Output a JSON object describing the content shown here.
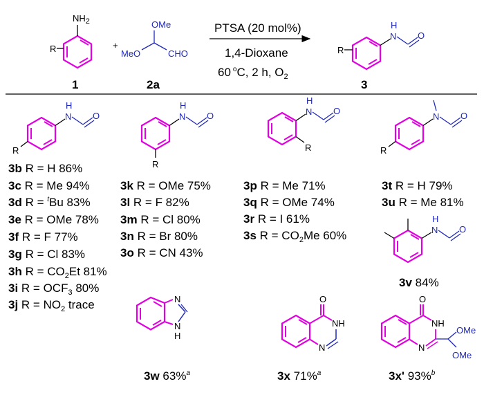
{
  "colors": {
    "ring": "#e000e0",
    "blue": "#1f28b8",
    "text": "#000000"
  },
  "scheme": {
    "reactant1": {
      "label": "1",
      "nh2": "NH",
      "nh2_sub": "2",
      "r": "R"
    },
    "plus": "+",
    "reactant2": {
      "label": "2a",
      "ome_top": "OMe",
      "meo": "MeO",
      "cho": "CHO"
    },
    "conditions": {
      "catalyst": "PTSA (20 mol%)",
      "solvent": "1,4-Dioxane",
      "temp": "60",
      "temp_unit": "C, 2 h, O",
      "temp_sup": "o",
      "o2_sub": "2"
    },
    "product": {
      "label": "3",
      "h": "H",
      "n": "N",
      "o": "O",
      "r": "R"
    }
  },
  "atoms": {
    "h": "H",
    "n": "N",
    "o": "O",
    "r": "R",
    "nh": "NH",
    "ome": "OMe"
  },
  "col1": {
    "entries": [
      {
        "id": "3b",
        "text": "R = H 86%"
      },
      {
        "id": "3c",
        "text": "R = Me 94%"
      },
      {
        "id": "3d",
        "pre": "R = ",
        "sup": "t",
        "post": "Bu 83%"
      },
      {
        "id": "3e",
        "text": "R = OMe 78%"
      },
      {
        "id": "3f",
        "text": "R = F 77%"
      },
      {
        "id": "3g",
        "text": "R = Cl 83%"
      },
      {
        "id": "3h",
        "pre": "R = CO",
        "sub": "2",
        "post": "Et 81%"
      },
      {
        "id": "3i",
        "pre": "R = OCF",
        "sub": "3",
        "post": " 80%"
      },
      {
        "id": "3j",
        "pre": "R = NO",
        "sub": "2",
        "post": " trace"
      }
    ]
  },
  "col2": {
    "entries": [
      {
        "id": "3k",
        "text": "R = OMe 75%"
      },
      {
        "id": "3l",
        "text": "R = F 82%"
      },
      {
        "id": "3m",
        "text": "R = Cl 80%"
      },
      {
        "id": "3n",
        "text": "R = Br 80%"
      },
      {
        "id": "3o",
        "text": "R = CN 43%"
      }
    ]
  },
  "col3": {
    "entries": [
      {
        "id": "3p",
        "text": "R = Me 71%"
      },
      {
        "id": "3q",
        "text": "R = OMe 74%"
      },
      {
        "id": "3r",
        "text": "R = I 61%"
      },
      {
        "id": "3s",
        "pre": "R = CO",
        "sub": "2",
        "post": "Me 60%"
      }
    ]
  },
  "col4": {
    "entries": [
      {
        "id": "3t",
        "text": "R = H  79%"
      },
      {
        "id": "3u",
        "text": "R = Me 81%"
      }
    ],
    "v": {
      "id": "3v",
      "text": "84%"
    }
  },
  "bottom": {
    "w": {
      "id": "3w",
      "text": "63%",
      "sup": "a"
    },
    "x": {
      "id": "3x",
      "text": "71%",
      "sup": "a"
    },
    "xp": {
      "id": "3x'",
      "text": "93%",
      "sup": "b"
    }
  }
}
